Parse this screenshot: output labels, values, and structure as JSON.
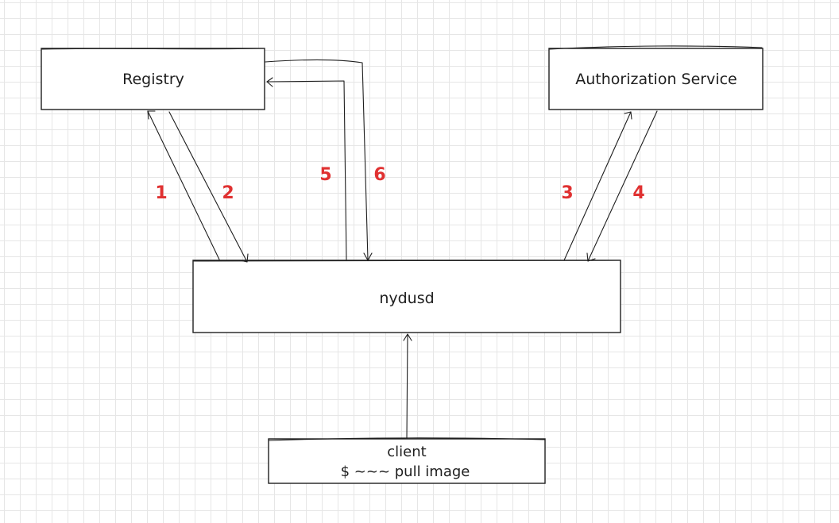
{
  "nodes": {
    "registry": {
      "label": "Registry"
    },
    "auth": {
      "label": "Authorization Service"
    },
    "nydusd": {
      "label": "nydusd"
    },
    "client": {
      "line1": "client",
      "line2": "$ ~~~ pull image"
    }
  },
  "steps": {
    "s1": "1",
    "s2": "2",
    "s3": "3",
    "s4": "4",
    "s5": "5",
    "s6": "6"
  },
  "colors": {
    "stroke": "#1e1e1e",
    "step_label": "#e03131",
    "grid": "#e6e6e6"
  }
}
